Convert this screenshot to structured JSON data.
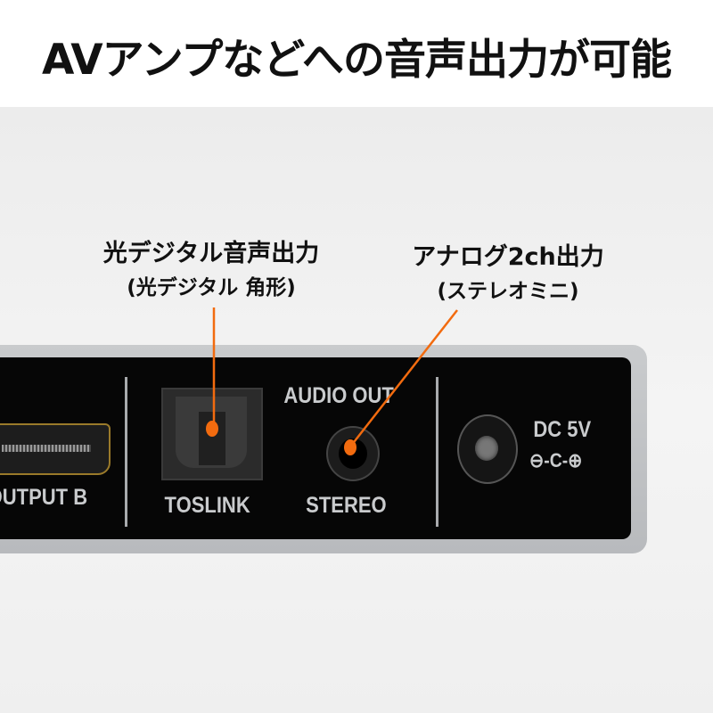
{
  "header": {
    "title": "AVアンプなどへの音声出力が可能"
  },
  "callouts": [
    {
      "line1": "光デジタル音声出力",
      "line2": "(光デジタル 角形)"
    },
    {
      "line1": "アナログ2ch出力",
      "line2": "(ステレオミニ)"
    }
  ],
  "panel": {
    "output_label": "OUTPUT B",
    "toslink_label": "TOSLINK",
    "audio_out_label": "AUDIO OUT",
    "stereo_label": "STEREO",
    "dc_label": "DC 5V",
    "polarity_symbol": "⊖-C-⊕"
  },
  "colors": {
    "accent": "#f26b0f",
    "panel": "#060606",
    "frame": "#c0c2c5"
  }
}
